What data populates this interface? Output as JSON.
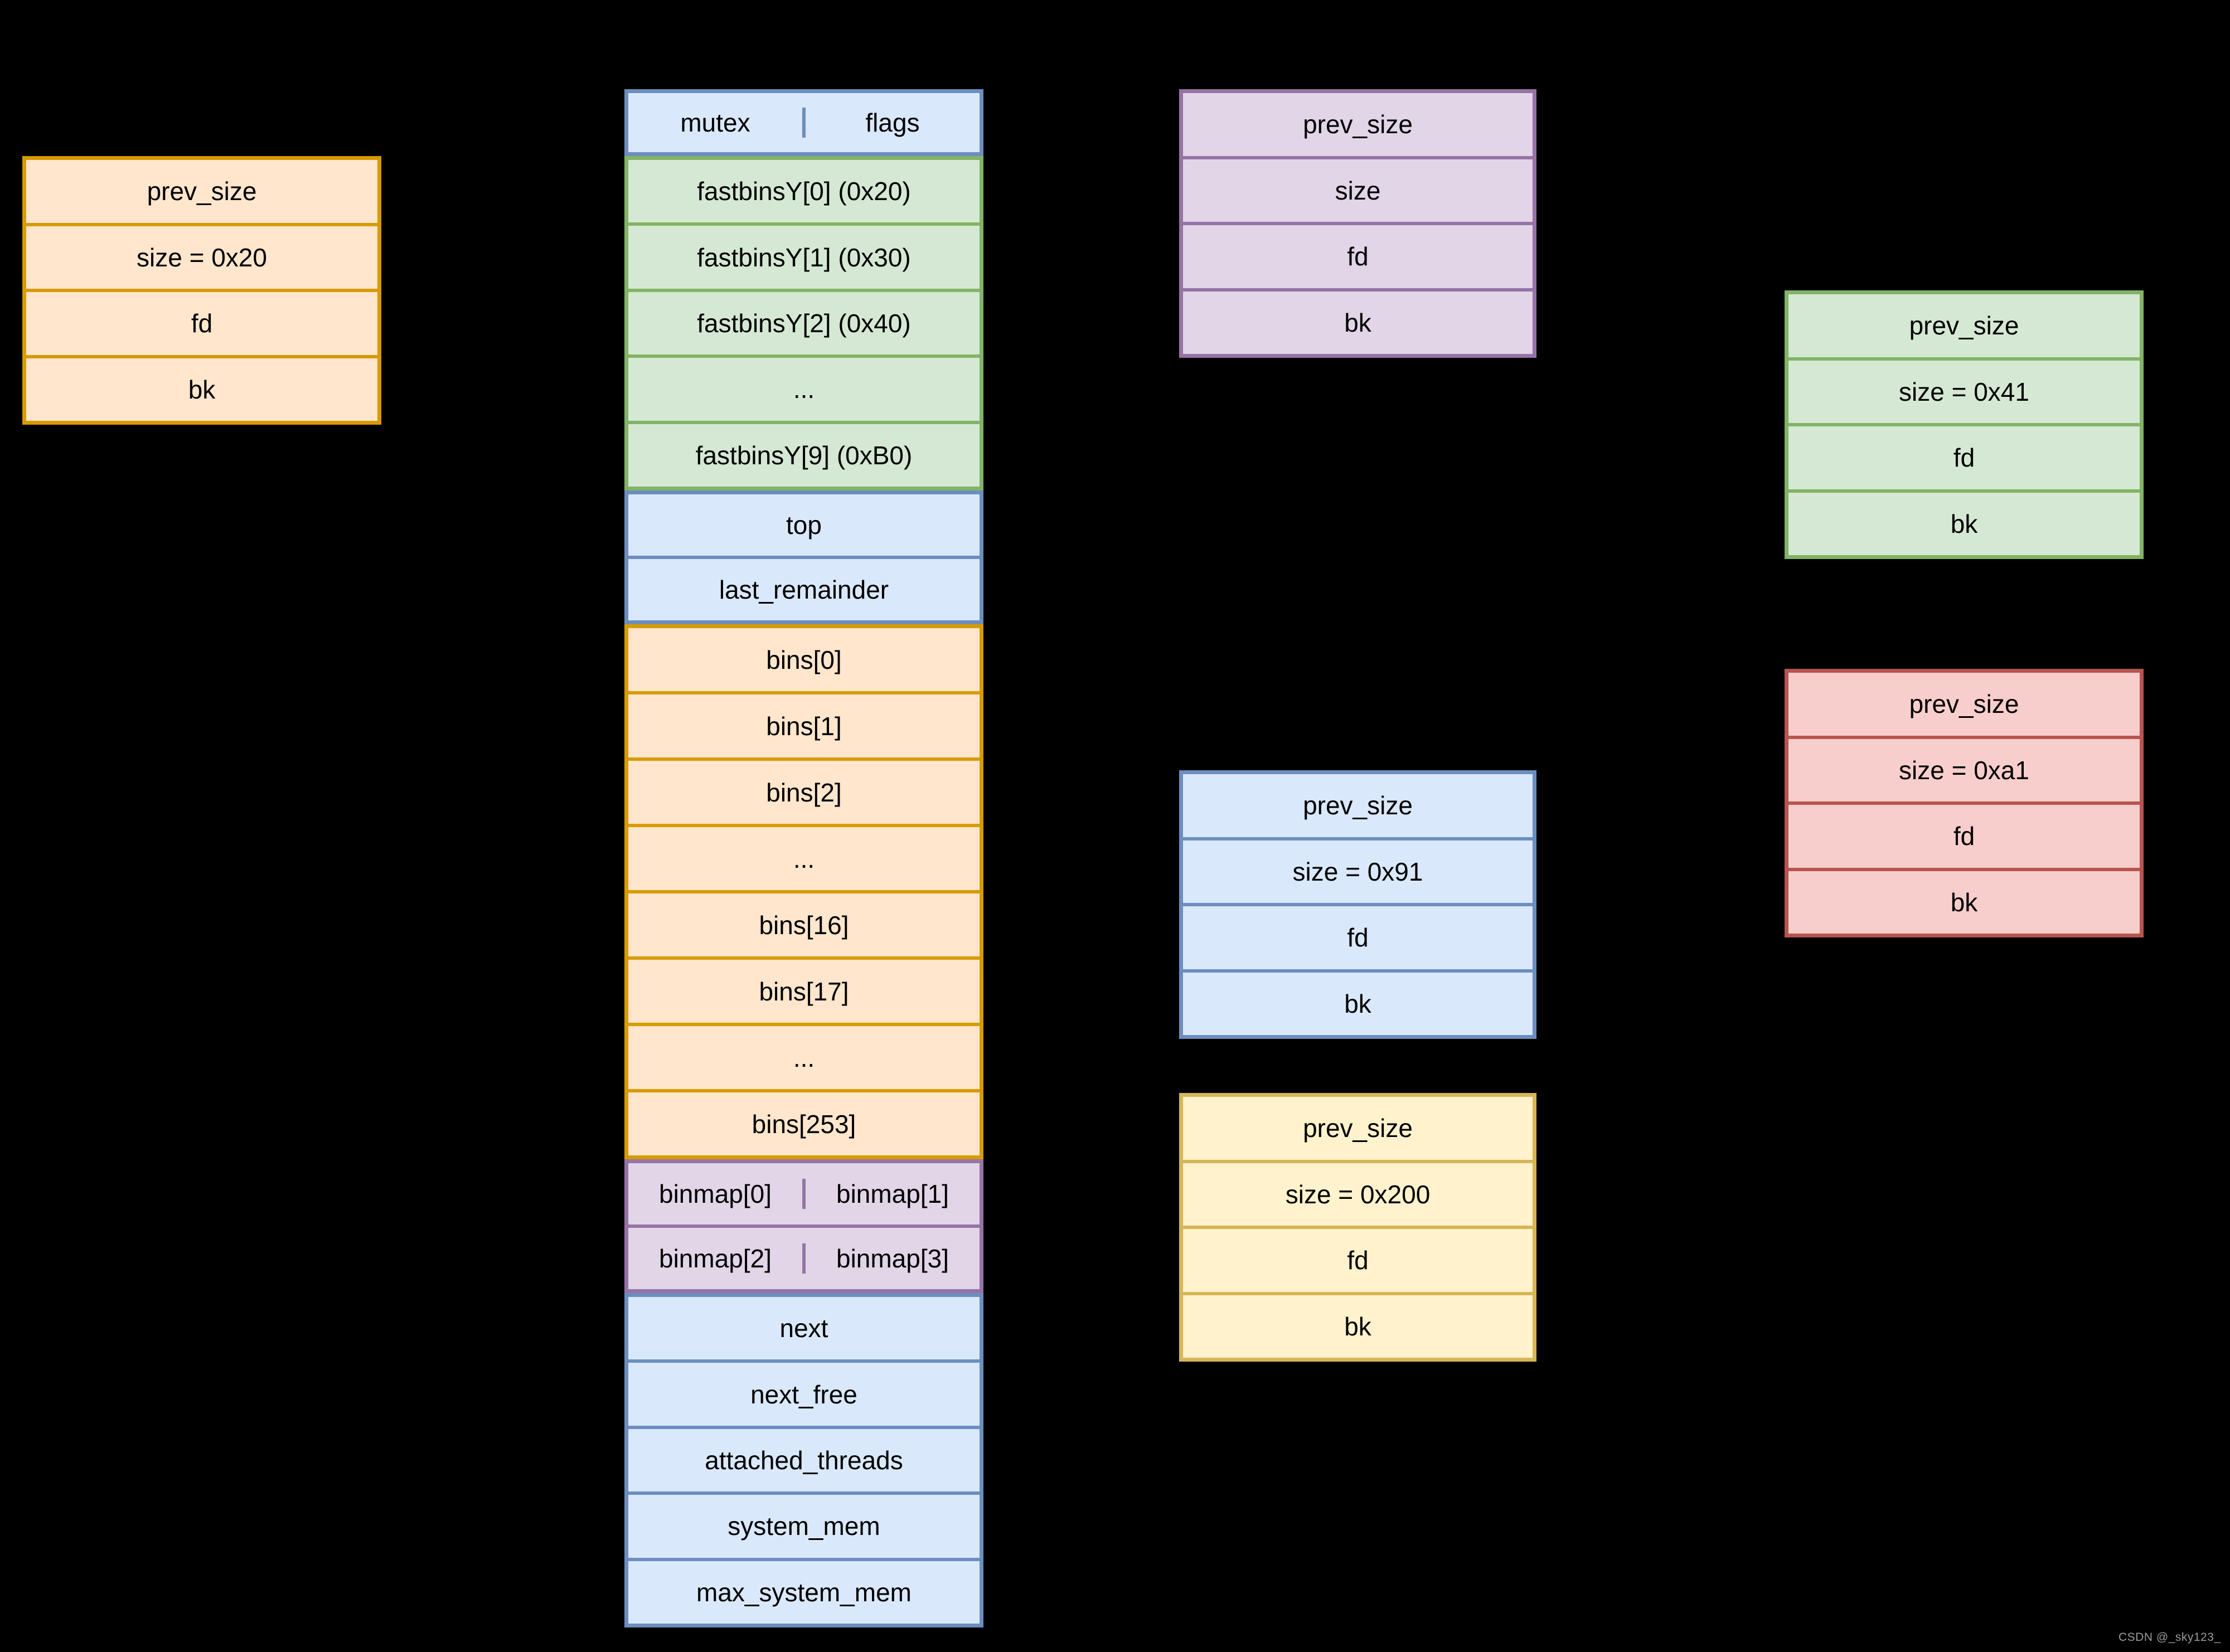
{
  "arena": {
    "header": {
      "left": "mutex",
      "right": "flags"
    },
    "fastbins": [
      "fastbinsY[0] (0x20)",
      "fastbinsY[1] (0x30)",
      "fastbinsY[2] (0x40)",
      "...",
      "fastbinsY[9] (0xB0)"
    ],
    "top_section": [
      "top",
      "last_remainder"
    ],
    "bins": [
      "bins[0]",
      "bins[1]",
      "bins[2]",
      "...",
      "bins[16]",
      "bins[17]",
      "...",
      "bins[253]"
    ],
    "binmap": [
      "binmap[0]",
      "binmap[1]",
      "binmap[2]",
      "binmap[3]"
    ],
    "tail": [
      "next",
      "next_free",
      "attached_threads",
      "system_mem",
      "max_system_mem"
    ]
  },
  "chunks": {
    "orange_chunk": [
      "prev_size",
      "size = 0x20",
      "fd",
      "bk"
    ],
    "purple_chunk": [
      "prev_size",
      "size",
      "fd",
      "bk"
    ],
    "blue_chunk": [
      "prev_size",
      "size = 0x91",
      "fd",
      "bk"
    ],
    "yellow_chunk": [
      "prev_size",
      "size = 0x200",
      "fd",
      "bk"
    ],
    "green_chunk": [
      "prev_size",
      "size = 0x41",
      "fd",
      "bk"
    ],
    "red_chunk": [
      "prev_size",
      "size = 0xa1",
      "fd",
      "bk"
    ]
  },
  "watermark": "CSDN @_sky123_",
  "colors": {
    "background": "#000000",
    "blue_fill": "#DAE8FC",
    "blue_border": "#6C8EBF",
    "green_fill": "#D5E8D4",
    "green_border": "#82B366",
    "orange_fill": "#FFE6CC",
    "orange_border": "#D79B00",
    "purple_fill": "#E1D5E7",
    "purple_border": "#9673A6",
    "red_fill": "#F8CECC",
    "red_border": "#B85450",
    "yellow_fill": "#FFF2CC",
    "yellow_border": "#D6B656"
  }
}
